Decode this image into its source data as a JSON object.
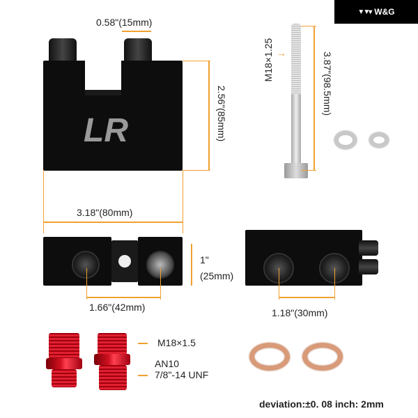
{
  "brand": {
    "name": "W&G",
    "icon": "wave-chevrons-icon"
  },
  "top_block": {
    "logo_text": "LR",
    "dims": {
      "tube_width": "0.58\"(15mm)",
      "height": "2.56\"(85mm)",
      "width": "3.18\"(80mm)"
    }
  },
  "front_block": {
    "dims": {
      "thickness_line1": "1\"",
      "thickness_line2": "(25mm)",
      "port_spacing": "1.66\"(42mm)"
    }
  },
  "side_block": {
    "dims": {
      "port_spacing": "1.18\"(30mm)"
    }
  },
  "bolt": {
    "thread": "M18×1.25",
    "length": "3.87\"(98.5mm)"
  },
  "fittings": {
    "thread1": "M18×1.5",
    "thread2_line1": "AN10",
    "thread2_line2": "7/8\"-14 UNF"
  },
  "footer": {
    "deviation": "deviation:±0. 08 inch: 2mm"
  },
  "colors": {
    "dimension_line": "#f0a030",
    "block": "#0d0d0d",
    "fitting": "#d01020",
    "copper": "#d89a78"
  }
}
